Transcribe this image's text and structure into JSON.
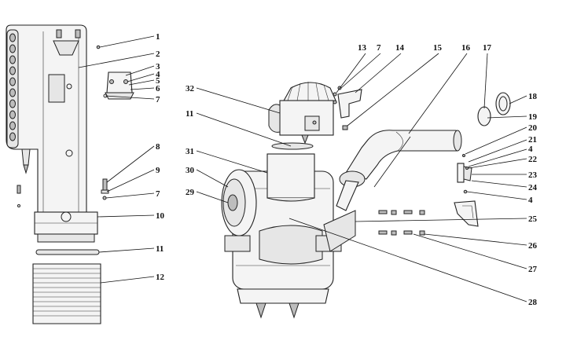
{
  "callouts": [
    {
      "n": "1"
    },
    {
      "n": "2"
    },
    {
      "n": "3"
    },
    {
      "n": "4"
    },
    {
      "n": "5"
    },
    {
      "n": "6"
    },
    {
      "n": "7"
    },
    {
      "n": "8"
    },
    {
      "n": "9"
    },
    {
      "n": "7"
    },
    {
      "n": "10"
    },
    {
      "n": "11"
    },
    {
      "n": "12"
    },
    {
      "n": "13"
    },
    {
      "n": "7"
    },
    {
      "n": "14"
    },
    {
      "n": "15"
    },
    {
      "n": "16"
    },
    {
      "n": "17"
    },
    {
      "n": "18"
    },
    {
      "n": "32"
    },
    {
      "n": "11"
    },
    {
      "n": "19"
    },
    {
      "n": "20"
    },
    {
      "n": "21"
    },
    {
      "n": "4"
    },
    {
      "n": "22"
    },
    {
      "n": "31"
    },
    {
      "n": "23"
    },
    {
      "n": "24"
    },
    {
      "n": "30"
    },
    {
      "n": "4"
    },
    {
      "n": "29"
    },
    {
      "n": "25"
    },
    {
      "n": "26"
    },
    {
      "n": "27"
    },
    {
      "n": "28"
    }
  ]
}
